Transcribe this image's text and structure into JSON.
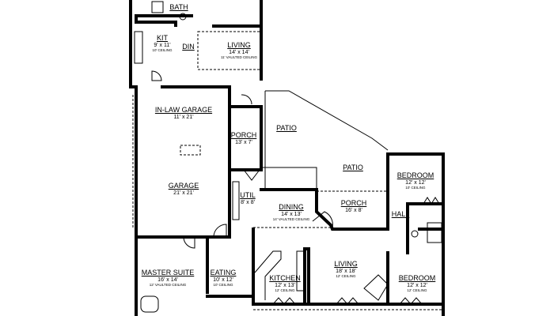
{
  "rooms": [
    {
      "id": "bath-top",
      "name": "BATH",
      "dim": "",
      "ceiling": ""
    },
    {
      "id": "kit",
      "name": "KIT",
      "dim": "9' x 11'",
      "ceiling": "10' CEILING"
    },
    {
      "id": "din",
      "name": "DIN",
      "dim": "",
      "ceiling": ""
    },
    {
      "id": "living-top",
      "name": "LIVING",
      "dim": "14' x 14'",
      "ceiling": "11' VAULTED CEILING"
    },
    {
      "id": "inlaw-garage",
      "name": "IN-LAW GARAGE",
      "dim": "11' x 21'",
      "ceiling": ""
    },
    {
      "id": "garage",
      "name": "GARAGE",
      "dim": "21' x 21'",
      "ceiling": ""
    },
    {
      "id": "porch-side",
      "name": "PORCH",
      "dim": "13' x 7'",
      "ceiling": ""
    },
    {
      "id": "util",
      "name": "UTIL",
      "dim": "8' x 8'",
      "ceiling": ""
    },
    {
      "id": "patio-1",
      "name": "PATIO",
      "dim": "",
      "ceiling": ""
    },
    {
      "id": "patio-2",
      "name": "PATIO",
      "dim": "",
      "ceiling": ""
    },
    {
      "id": "bedroom-1",
      "name": "BEDROOM",
      "dim": "12' x 12'",
      "ceiling": "10' CEILING"
    },
    {
      "id": "dining",
      "name": "DINING",
      "dim": "14' x 13'",
      "ceiling": "14' VAULTED CEILING"
    },
    {
      "id": "porch-rear",
      "name": "PORCH",
      "dim": "16' x 8'",
      "ceiling": ""
    },
    {
      "id": "hall",
      "name": "HALL",
      "dim": "",
      "ceiling": ""
    },
    {
      "id": "master-suite",
      "name": "MASTER SUITE",
      "dim": "16' x 14'",
      "ceiling": "12' VAULTED CEILING"
    },
    {
      "id": "eating",
      "name": "EATING",
      "dim": "10' x 12'",
      "ceiling": "10' CEILING"
    },
    {
      "id": "kitchen",
      "name": "KITCHEN",
      "dim": "12' x 13'",
      "ceiling": "12' CEILING"
    },
    {
      "id": "living-main",
      "name": "LIVING",
      "dim": "18' x 18'",
      "ceiling": "12' CEILING"
    },
    {
      "id": "bedroom-2",
      "name": "BEDROOM",
      "dim": "12' x 12'",
      "ceiling": "12' CEILING"
    }
  ]
}
